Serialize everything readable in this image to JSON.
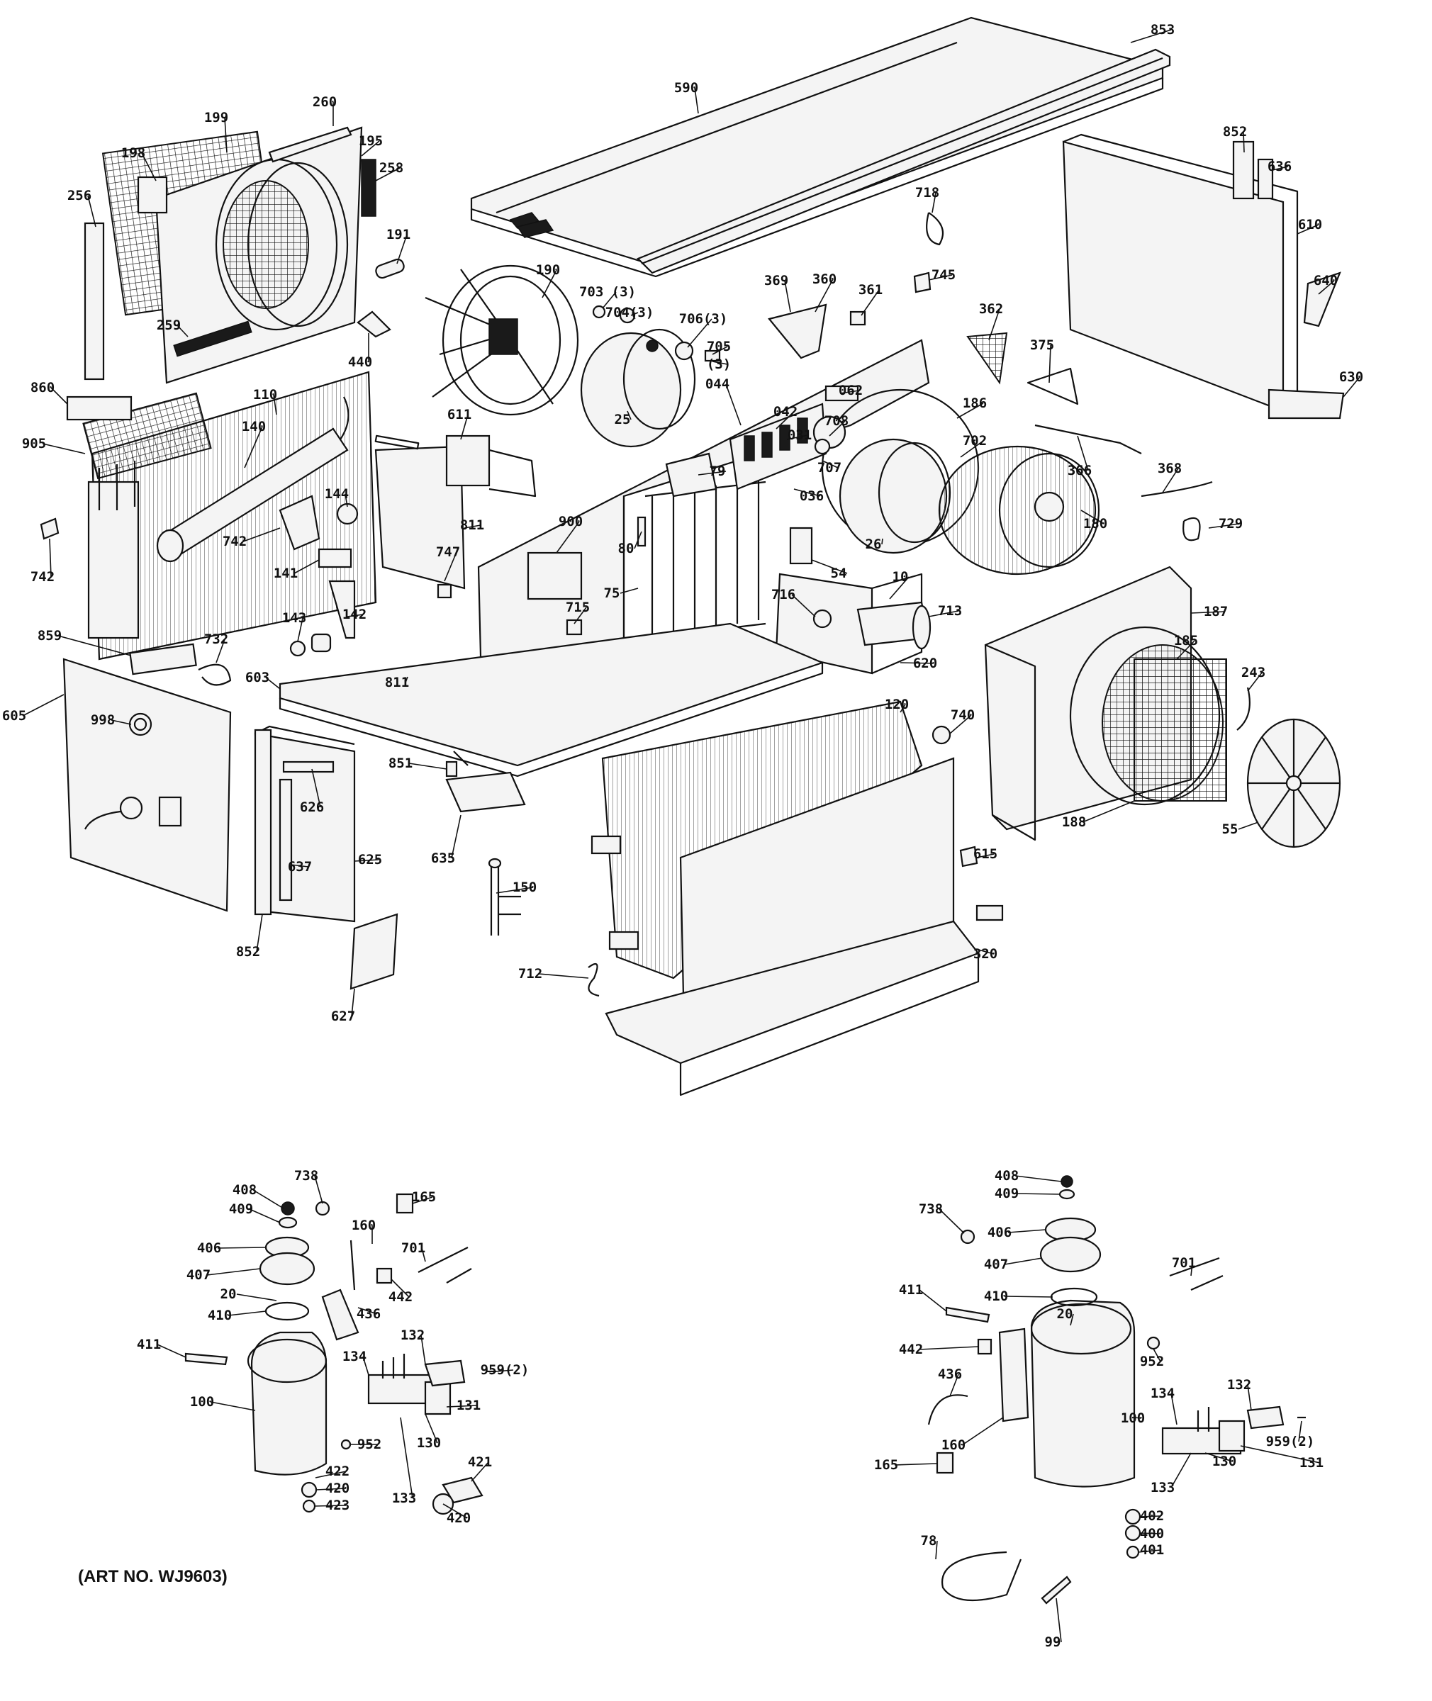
{
  "diagram": {
    "art_number": "(ART NO. WJ9603)",
    "callouts": [
      {
        "id": "c853",
        "text": "853"
      },
      {
        "id": "c590",
        "text": "590"
      },
      {
        "id": "c260",
        "text": "260"
      },
      {
        "id": "c199",
        "text": "199"
      },
      {
        "id": "c198",
        "text": "198"
      },
      {
        "id": "c195",
        "text": "195"
      },
      {
        "id": "c256",
        "text": "256"
      },
      {
        "id": "c258",
        "text": "258"
      },
      {
        "id": "c852a",
        "text": "852"
      },
      {
        "id": "c636",
        "text": "636"
      },
      {
        "id": "c718",
        "text": "718"
      },
      {
        "id": "c610",
        "text": "610"
      },
      {
        "id": "c191",
        "text": "191"
      },
      {
        "id": "c190",
        "text": "190"
      },
      {
        "id": "c703",
        "text": "703 (3)"
      },
      {
        "id": "c704",
        "text": "704(3)"
      },
      {
        "id": "c369",
        "text": "369"
      },
      {
        "id": "c360",
        "text": "360"
      },
      {
        "id": "c361",
        "text": "361"
      },
      {
        "id": "c745",
        "text": "745"
      },
      {
        "id": "c640",
        "text": "640"
      },
      {
        "id": "c259",
        "text": "259"
      },
      {
        "id": "c440",
        "text": "440"
      },
      {
        "id": "c706",
        "text": "706(3)"
      },
      {
        "id": "c705",
        "text": "705"
      },
      {
        "id": "c705b",
        "text": "(3)"
      },
      {
        "id": "c362",
        "text": "362"
      },
      {
        "id": "c375",
        "text": "375"
      },
      {
        "id": "c630",
        "text": "630"
      },
      {
        "id": "c860",
        "text": "860"
      },
      {
        "id": "c110",
        "text": "110"
      },
      {
        "id": "c611",
        "text": "611"
      },
      {
        "id": "c25",
        "text": "25"
      },
      {
        "id": "c044",
        "text": "044"
      },
      {
        "id": "c062",
        "text": "062"
      },
      {
        "id": "c186",
        "text": "186"
      },
      {
        "id": "c905",
        "text": "905"
      },
      {
        "id": "c140",
        "text": "140"
      },
      {
        "id": "c042",
        "text": "042"
      },
      {
        "id": "c708",
        "text": "708"
      },
      {
        "id": "c031",
        "text": "031"
      },
      {
        "id": "c702",
        "text": "702"
      },
      {
        "id": "c366",
        "text": "366"
      },
      {
        "id": "c707",
        "text": "707"
      },
      {
        "id": "c368",
        "text": "368"
      },
      {
        "id": "c144",
        "text": "144"
      },
      {
        "id": "c79",
        "text": "79"
      },
      {
        "id": "c036",
        "text": "036"
      },
      {
        "id": "c811a",
        "text": "811"
      },
      {
        "id": "c742a",
        "text": "742"
      },
      {
        "id": "c742b",
        "text": "742"
      },
      {
        "id": "c900",
        "text": "900"
      },
      {
        "id": "c80",
        "text": "80"
      },
      {
        "id": "c26",
        "text": "26"
      },
      {
        "id": "c180",
        "text": "180"
      },
      {
        "id": "c729",
        "text": "729"
      },
      {
        "id": "c141",
        "text": "141"
      },
      {
        "id": "c747",
        "text": "747"
      },
      {
        "id": "c54",
        "text": "54"
      },
      {
        "id": "c10",
        "text": "10"
      },
      {
        "id": "c75",
        "text": "75"
      },
      {
        "id": "c187",
        "text": "187"
      },
      {
        "id": "c143",
        "text": "143"
      },
      {
        "id": "c142",
        "text": "142"
      },
      {
        "id": "c715",
        "text": "715"
      },
      {
        "id": "c716",
        "text": "716"
      },
      {
        "id": "c713",
        "text": "713"
      },
      {
        "id": "c859",
        "text": "859"
      },
      {
        "id": "c732",
        "text": "732"
      },
      {
        "id": "c185",
        "text": "185"
      },
      {
        "id": "c243",
        "text": "243"
      },
      {
        "id": "c603",
        "text": "603"
      },
      {
        "id": "c811b",
        "text": "811"
      },
      {
        "id": "c620",
        "text": "620"
      },
      {
        "id": "c605",
        "text": "605"
      },
      {
        "id": "c998",
        "text": "998"
      },
      {
        "id": "c120",
        "text": "120"
      },
      {
        "id": "c740",
        "text": "740"
      },
      {
        "id": "c851",
        "text": "851"
      },
      {
        "id": "c626",
        "text": "626"
      },
      {
        "id": "c188",
        "text": "188"
      },
      {
        "id": "c55",
        "text": "55"
      },
      {
        "id": "c635",
        "text": "635"
      },
      {
        "id": "c625",
        "text": "625"
      },
      {
        "id": "c615",
        "text": "615"
      },
      {
        "id": "c637",
        "text": "637"
      },
      {
        "id": "c150",
        "text": "150"
      },
      {
        "id": "c852b",
        "text": "852"
      },
      {
        "id": "c320",
        "text": "320"
      },
      {
        "id": "c712",
        "text": "712"
      },
      {
        "id": "c627",
        "text": "627"
      },
      {
        "id": "L408",
        "text": "408"
      },
      {
        "id": "L738",
        "text": "738"
      },
      {
        "id": "L409",
        "text": "409"
      },
      {
        "id": "L165",
        "text": "165"
      },
      {
        "id": "L160",
        "text": "160"
      },
      {
        "id": "L406",
        "text": "406"
      },
      {
        "id": "L701",
        "text": "701"
      },
      {
        "id": "L407",
        "text": "407"
      },
      {
        "id": "L442",
        "text": "442"
      },
      {
        "id": "L20",
        "text": "20"
      },
      {
        "id": "L410",
        "text": "410"
      },
      {
        "id": "L436",
        "text": "436"
      },
      {
        "id": "L411",
        "text": "411"
      },
      {
        "id": "L132",
        "text": "132"
      },
      {
        "id": "L959",
        "text": "959(2)"
      },
      {
        "id": "L134",
        "text": "134"
      },
      {
        "id": "L100",
        "text": "100"
      },
      {
        "id": "L131",
        "text": "131"
      },
      {
        "id": "L130",
        "text": "130"
      },
      {
        "id": "L952",
        "text": "952"
      },
      {
        "id": "L421",
        "text": "421"
      },
      {
        "id": "L422",
        "text": "422"
      },
      {
        "id": "L420a",
        "text": "420"
      },
      {
        "id": "L133",
        "text": "133"
      },
      {
        "id": "L423",
        "text": "423"
      },
      {
        "id": "L420b",
        "text": "420"
      },
      {
        "id": "R408",
        "text": "408"
      },
      {
        "id": "R409",
        "text": "409"
      },
      {
        "id": "R738",
        "text": "738"
      },
      {
        "id": "R406",
        "text": "406"
      },
      {
        "id": "R407",
        "text": "407"
      },
      {
        "id": "R701",
        "text": "701"
      },
      {
        "id": "R411",
        "text": "411"
      },
      {
        "id": "R410",
        "text": "410"
      },
      {
        "id": "R20",
        "text": "20"
      },
      {
        "id": "R952",
        "text": "952"
      },
      {
        "id": "R442",
        "text": "442"
      },
      {
        "id": "R436",
        "text": "436"
      },
      {
        "id": "R132",
        "text": "132"
      },
      {
        "id": "R134",
        "text": "134"
      },
      {
        "id": "R100",
        "text": "100"
      },
      {
        "id": "R959",
        "text": "959(2)"
      },
      {
        "id": "R160",
        "text": "160"
      },
      {
        "id": "R131",
        "text": "131"
      },
      {
        "id": "R130",
        "text": "130"
      },
      {
        "id": "R133",
        "text": "133"
      },
      {
        "id": "R165",
        "text": "165"
      },
      {
        "id": "R402",
        "text": "402"
      },
      {
        "id": "R78",
        "text": "78"
      },
      {
        "id": "R400",
        "text": "400"
      },
      {
        "id": "R401",
        "text": "401"
      },
      {
        "id": "R99",
        "text": "99"
      }
    ]
  }
}
